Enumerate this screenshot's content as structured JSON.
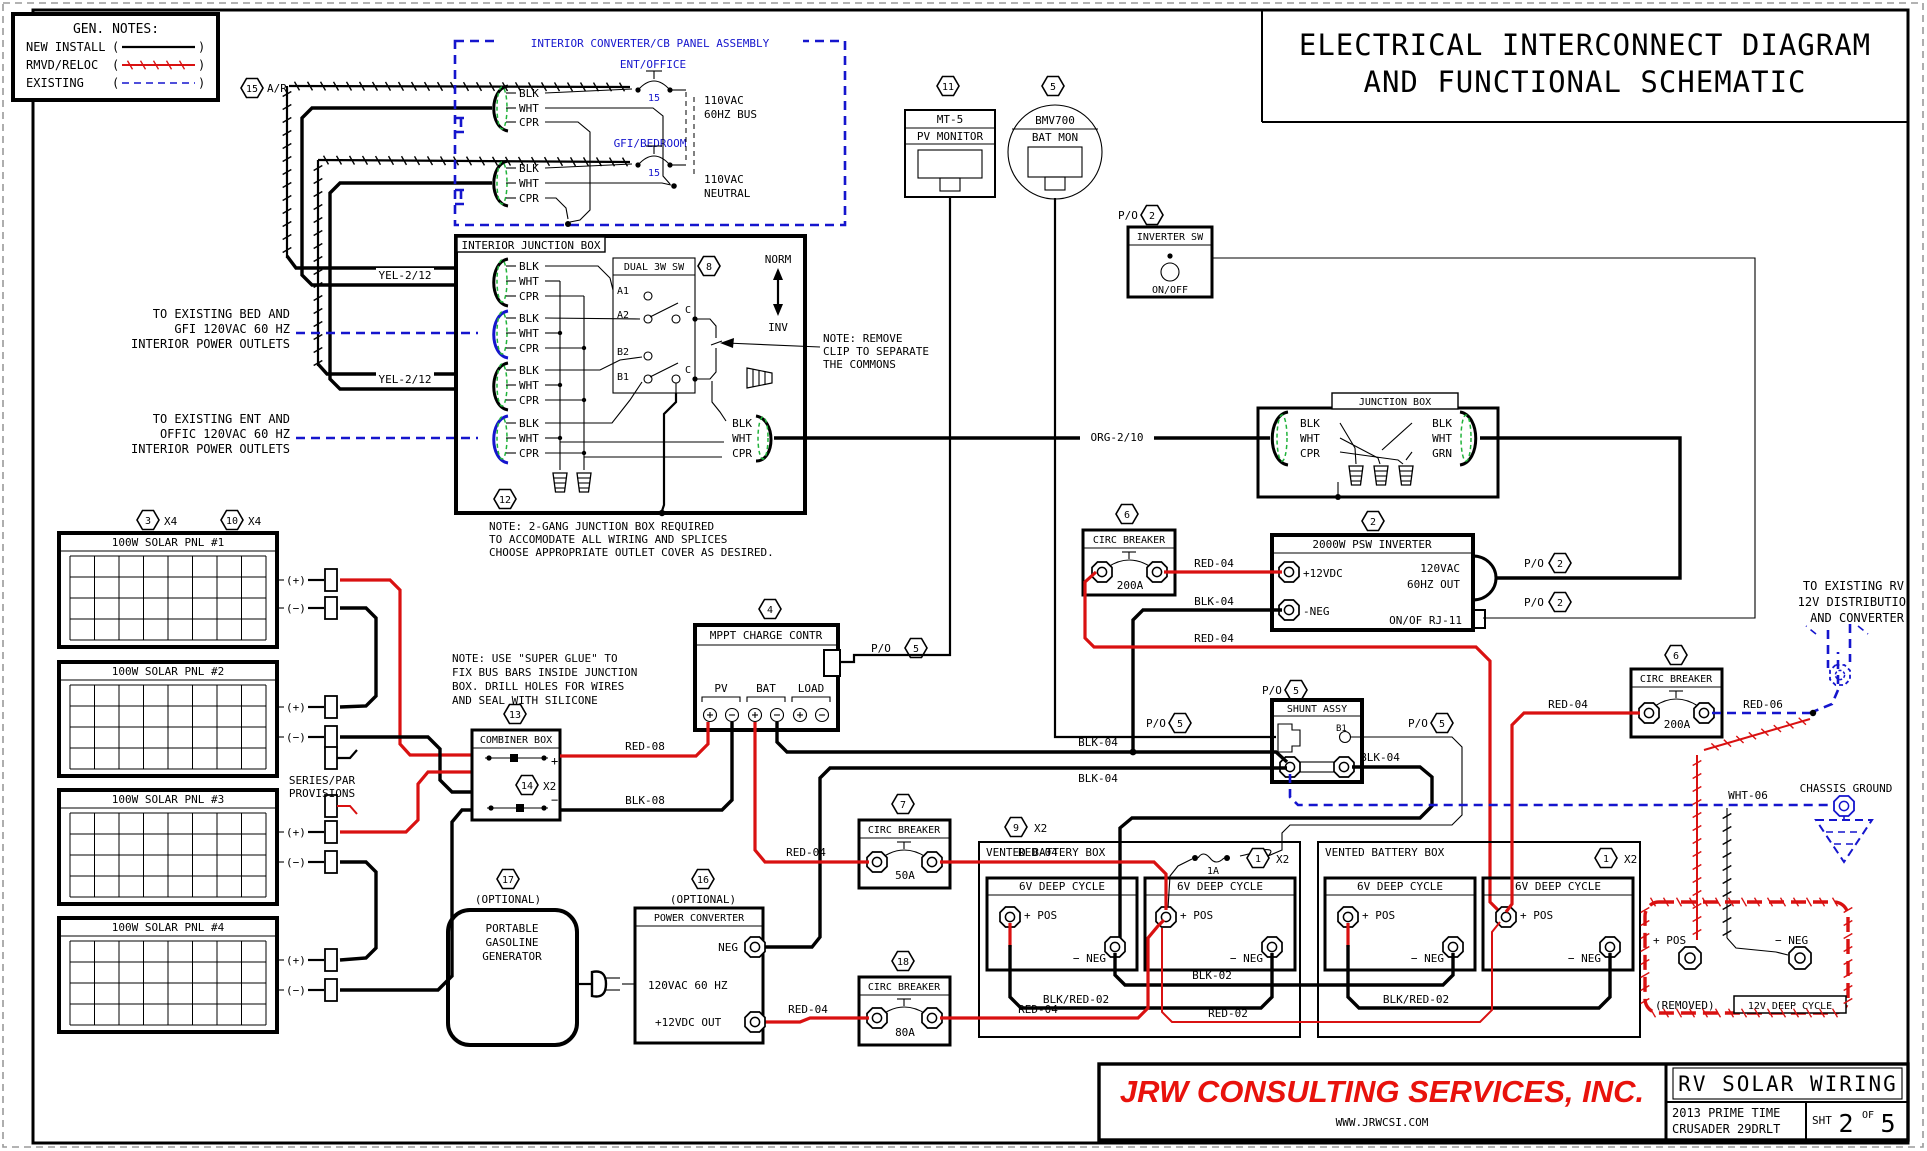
{
  "frame": {
    "title1": "ELECTRICAL INTERCONNECT DIAGRAM",
    "title2": "AND FUNCTIONAL SCHEMATIC"
  },
  "legend": {
    "title": "GEN. NOTES:",
    "new_install": "NEW INSTALL",
    "rmvd": "RMVD/RELOC",
    "existing": "EXISTING",
    "po": "(",
    "pc": ")"
  },
  "callouts": {
    "n1": "1",
    "n2": "2",
    "n3": "3",
    "n4": "4",
    "n5": "5",
    "n6": "6",
    "n7": "7",
    "n8": "8",
    "n9": "9",
    "n10": "10",
    "n11": "11",
    "n12": "12",
    "n13": "13",
    "n14": "14",
    "n15": "15",
    "n16": "16",
    "n17": "17",
    "n18": "18",
    "x2": "X2",
    "x4": "X4",
    "ar": "A/R",
    "po": "P/O"
  },
  "wires": {
    "blk": "BLK",
    "wht": "WHT",
    "cpr": "CPR",
    "grn": "GRN",
    "yel212": "YEL-2/12",
    "org210": "ORG-2/10",
    "red08": "RED-08",
    "blk08": "BLK-08",
    "red04": "RED-04",
    "blk04": "BLK-04",
    "red06": "RED-06",
    "wht06": "WHT-06",
    "blk02": "BLK-02",
    "blkred02": "BLK/RED-02",
    "red02": "RED-02",
    "fuse1a": "1A"
  },
  "cb_panel": {
    "title": "INTERIOR CONVERTER/CB PANEL ASSEMBLY",
    "circuit1": "ENT/OFFICE",
    "circuit2": "GFI/BEDROOM",
    "amps": "15",
    "bus1": "110VAC",
    "bus2": "60HZ BUS",
    "neu1": "110VAC",
    "neu2": "NEUTRAL"
  },
  "ijb": {
    "title": "INTERIOR JUNCTION BOX",
    "switch": "DUAL 3W SW",
    "a1": "A1",
    "a2": "A2",
    "b1": "B1",
    "b2": "B2",
    "c": "C",
    "norm": "NORM",
    "inv": "INV",
    "nr1": "NOTE: REMOVE",
    "nr2": "CLIP TO SEPARATE",
    "nr3": "THE COMMONS",
    "ng1": "NOTE: 2-GANG JUNCTION BOX REQUIRED",
    "ng2": "TO ACCOMODATE ALL WIRING AND SPLICES",
    "ng3": "CHOOSE APPROPRIATE OUTLET COVER AS DESIRED."
  },
  "outlets1": {
    "l1": "TO EXISTING BED AND",
    "l2": "GFI 120VAC 60 HZ",
    "l3": "INTERIOR POWER OUTLETS"
  },
  "outlets2": {
    "l1": "TO EXISTING ENT AND",
    "l2": "OFFIC 120VAC 60 HZ",
    "l3": "INTERIOR POWER OUTLETS"
  },
  "solar": {
    "panels": [
      {
        "title": "100W SOLAR PNL #1"
      },
      {
        "title": "100W SOLAR PNL #2"
      },
      {
        "title": "100W SOLAR PNL #3"
      },
      {
        "title": "100W SOLAR PNL #4"
      }
    ],
    "plus": "(+)",
    "minus": "(−)",
    "series1": "SERIES/PAR",
    "series2": "PROVISIONS"
  },
  "combiner": {
    "title": "COMBINER BOX",
    "plus": "+",
    "minus": "−",
    "note1": "NOTE: USE \"SUPER GLUE\" TO",
    "note2": "FIX BUS BARS INSIDE JUNCTION",
    "note3": "BOX. DRILL HOLES FOR WIRES",
    "note4": "AND SEAL WITH SILICONE"
  },
  "mppt": {
    "title": "MPPT CHARGE CONTR",
    "pv": "PV",
    "bat": "BAT",
    "load": "LOAD"
  },
  "pv_monitor": {
    "l1": "MT-5",
    "l2": "PV MONITOR"
  },
  "bat_monitor": {
    "l1": "BMV700",
    "l2": "BAT MON"
  },
  "inverter_sw": {
    "title": "INVERTER SW",
    "onoff": "ON/OFF"
  },
  "junction_box": {
    "title": "JUNCTION BOX"
  },
  "inverter": {
    "title": "2000W PSW INVERTER",
    "dc": "+12VDC",
    "neg": "-NEG",
    "ac1": "120VAC",
    "ac2": "60HZ OUT",
    "rj": "ON/OF RJ-11"
  },
  "breaker": {
    "title": "CIRC BREAKER",
    "a200": "200A",
    "a50": "50A",
    "a80": "80A"
  },
  "shunt": {
    "title": "SHUNT ASSY",
    "b1": "B1"
  },
  "battery": {
    "box_title": "VENTED BATTERY BOX",
    "cell_title": "6V DEEP CYCLE",
    "pos_label": "+ POS",
    "neg_label": "− NEG"
  },
  "removed": {
    "label": "(REMOVED)",
    "title": "12V DEEP CYCLE"
  },
  "converter": {
    "optional": "(OPTIONAL)",
    "title": "POWER CONVERTER",
    "neg": "NEG",
    "ac": "120VAC 60 HZ",
    "dc": "+12VDC OUT"
  },
  "generator": {
    "optional": "(OPTIONAL)",
    "l1": "PORTABLE",
    "l2": "GASOLINE",
    "l3": "GENERATOR"
  },
  "rv_dist": {
    "l1": "TO EXISTING RV",
    "l2": "12V DISTRIBUTIO",
    "l3": "AND CONVERTER"
  },
  "chassis": {
    "label": "CHASSIS GROUND"
  },
  "footer": {
    "company": "JRW CONSULTING SERVICES, INC.",
    "website": "WWW.JRWCSI.COM",
    "drawing": "RV SOLAR WIRING",
    "model1": "2013 PRIME TIME",
    "model2": "CRUSADER 29DRLT",
    "sht": "SHT",
    "num": "2",
    "of": "OF",
    "total": "5"
  },
  "colors": {
    "new_install": "#000000",
    "removed_reloc": "#d91111",
    "existing": "#1515cd",
    "connector_green": "#21b33b",
    "company_red": "#e8120c"
  }
}
